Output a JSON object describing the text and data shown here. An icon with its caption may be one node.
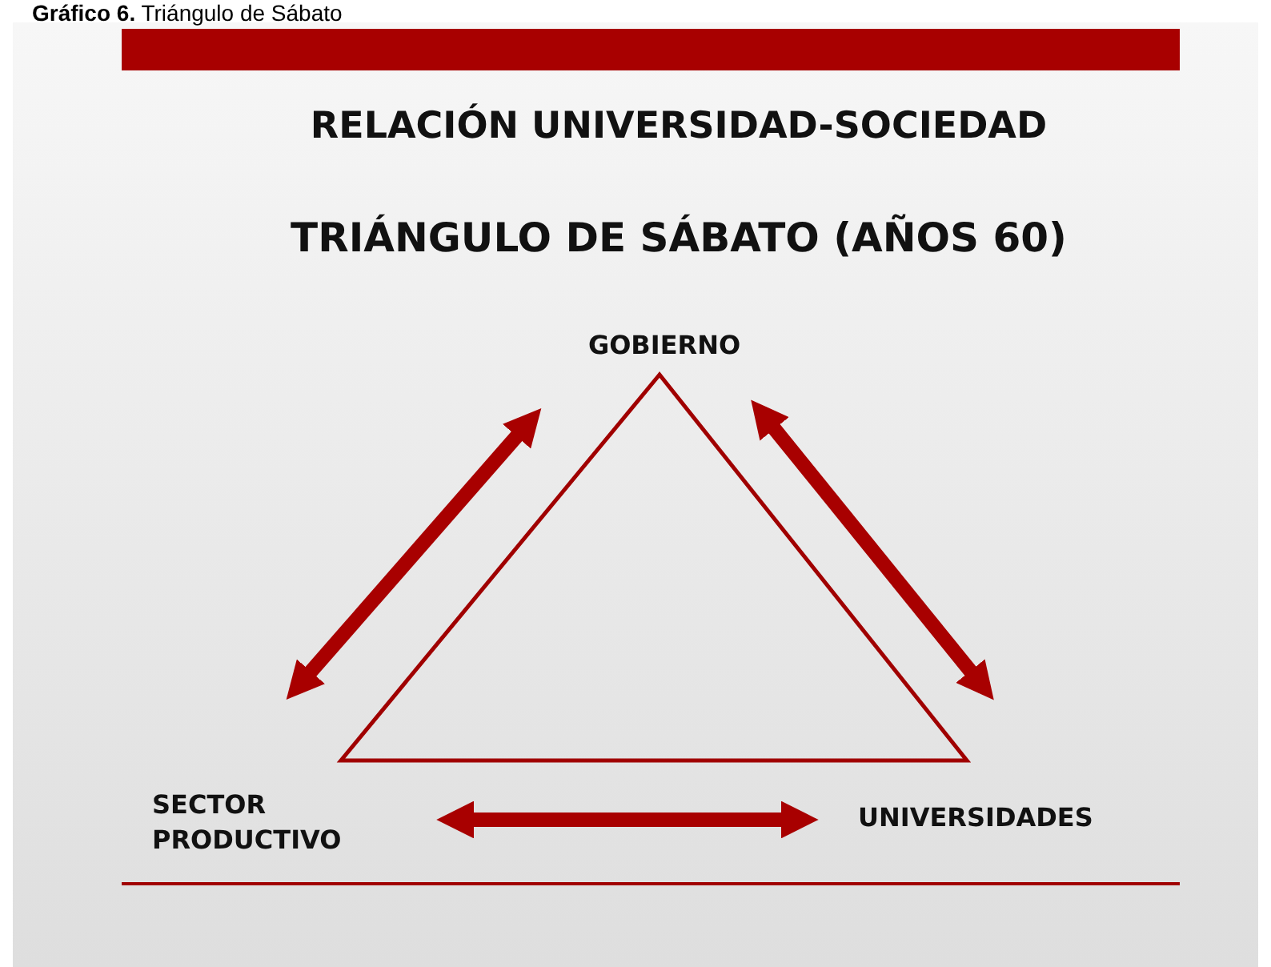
{
  "diagram": {
    "title": "**Gráfico 6.** Triángulo de Sábato",
    "nodes": [
      {
        "text": [
          "GOBIERNO"
        ]
      },
      {
        "text": [
          "SECTOR PRODUCTIVO"
        ]
      },
      {
        "text": [
          "UNIVERSIDADES"
        ]
      }
    ],
    "edges": [
      {
        "from": 1,
        "to": 0,
        "arrow": "both"
      },
      {
        "from": 0,
        "to": 2,
        "arrow": "both"
      },
      {
        "from": 1,
        "to": 2,
        "arrow": "both"
      }
    ],
    "labels": [
      "RELACIÓN UNIVERSIDAD-SOCIEDAD",
      "TRIÁNGULO DE SÁBATO (AÑOS 60)"
    ]
  }
}
